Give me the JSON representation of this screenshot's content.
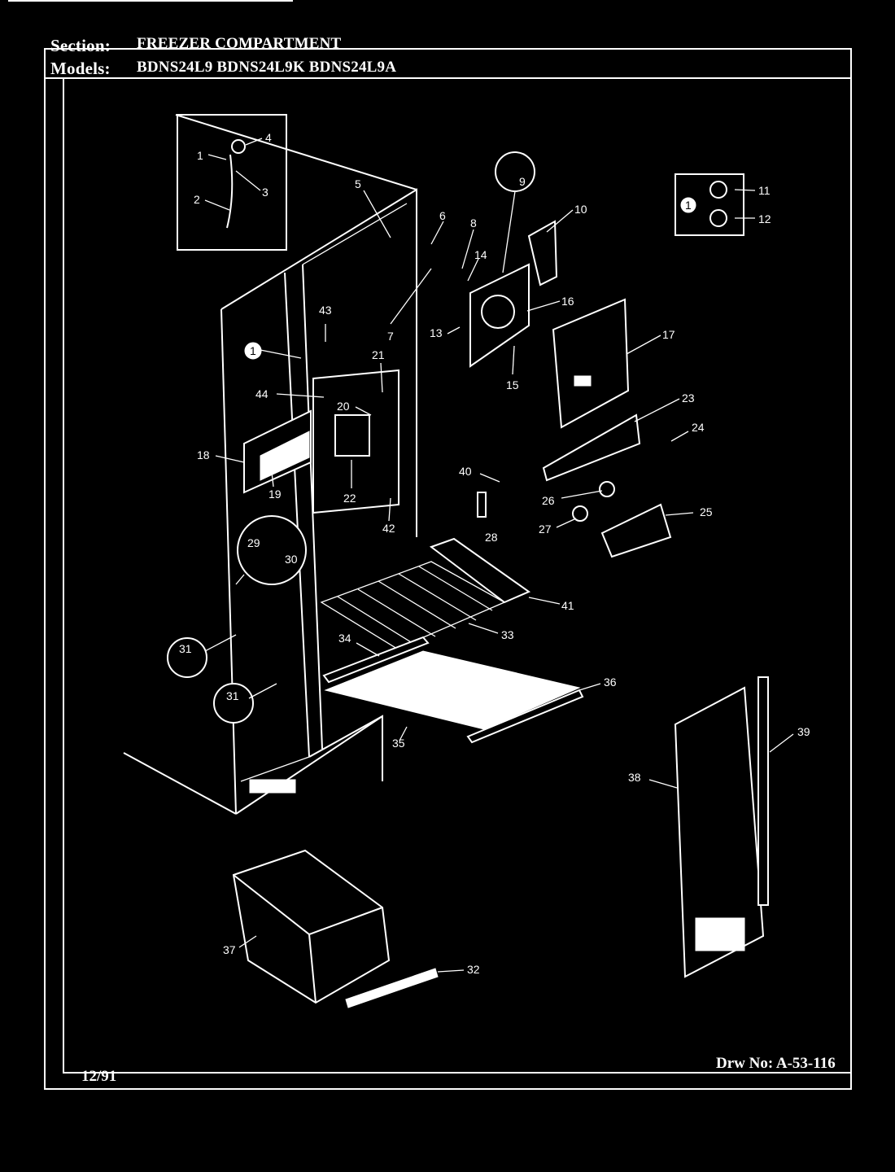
{
  "header": {
    "section_label": "Section:",
    "section_value": "FREEZER COMPARTMENT",
    "models_label": "Models:",
    "models_value": "BDNS24L9  BDNS24L9K  BDNS24L9A"
  },
  "footer": {
    "date": "12/91",
    "drawing_number": "Drw No: A-53-116"
  },
  "callouts": [
    "1",
    "2",
    "3",
    "4",
    "5",
    "6",
    "7",
    "8",
    "9",
    "10",
    "11",
    "12",
    "13",
    "14",
    "15",
    "16",
    "17",
    "18",
    "19",
    "20",
    "21",
    "22",
    "23",
    "24",
    "25",
    "26",
    "27",
    "28",
    "29",
    "30",
    "31",
    "31",
    "32",
    "33",
    "34",
    "35",
    "36",
    "37",
    "38",
    "39",
    "40",
    "41",
    "42",
    "43",
    "44",
    "1",
    "1"
  ],
  "colors": {
    "background": "#000000",
    "line": "#ffffff"
  }
}
